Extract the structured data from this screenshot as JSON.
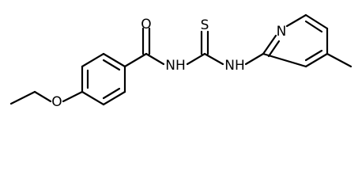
{
  "colors": {
    "bond": "#000000",
    "label": "#000000",
    "background": "#ffffff"
  },
  "atoms": {
    "oxygen_carbonyl": "O",
    "oxygen_ether": "O",
    "nitrogen_amide": "NH",
    "nitrogen_thioamide": "NH",
    "sulfur": "S",
    "nitrogen_pyridine": "N"
  }
}
